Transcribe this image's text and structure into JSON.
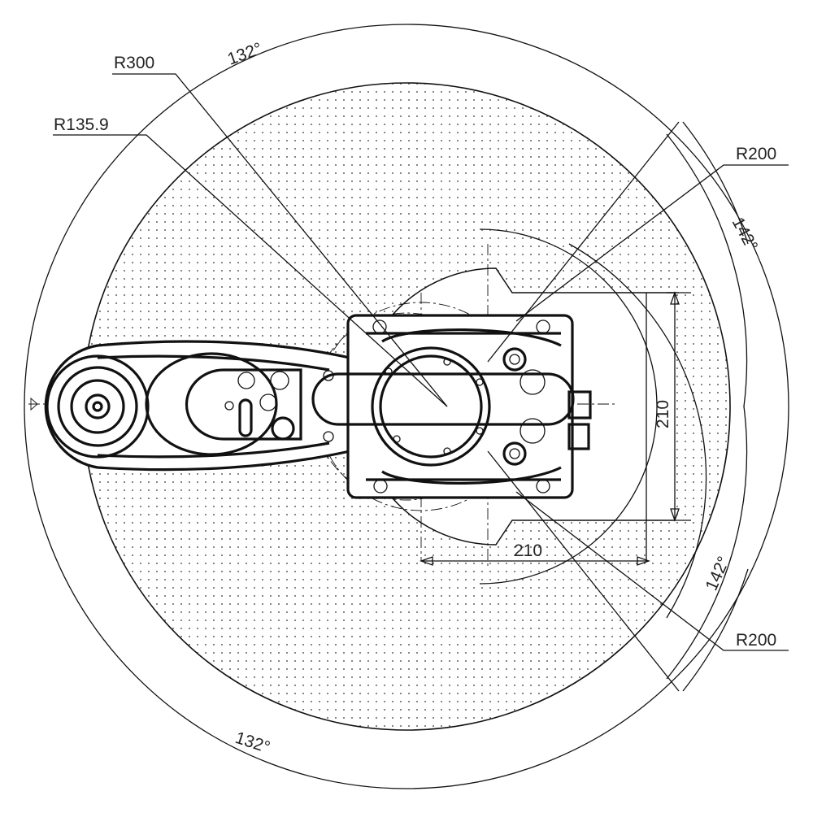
{
  "drawing": {
    "labels": {
      "r300": "R300",
      "r135_9": "R135.9",
      "r200_top": "R200",
      "r200_bottom": "R200",
      "angle_132_top": "132°",
      "angle_132_bottom": "132°",
      "angle_142_top": "142°",
      "angle_142_bottom": "142°",
      "dim_210_vertical": "210",
      "dim_210_horizontal": "210"
    },
    "colors": {
      "line": "#111111",
      "dots": "#555555",
      "background": "#ffffff"
    }
  }
}
